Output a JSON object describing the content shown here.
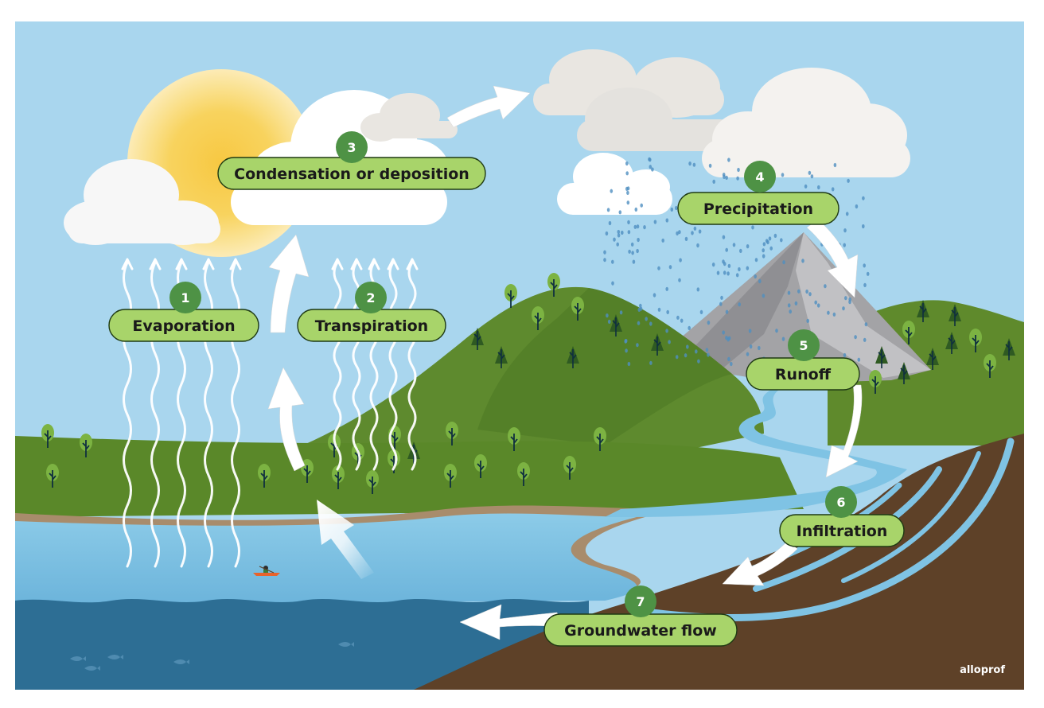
{
  "diagram": {
    "steps": [
      {
        "number": "1",
        "label": "Evaporation"
      },
      {
        "number": "2",
        "label": "Transpiration"
      },
      {
        "number": "3",
        "label": "Condensation or deposition"
      },
      {
        "number": "4",
        "label": "Precipitation"
      },
      {
        "number": "5",
        "label": "Runoff"
      },
      {
        "number": "6",
        "label": "Infiltration"
      },
      {
        "number": "7",
        "label": "Groundwater flow"
      }
    ],
    "brand": "alloprof",
    "colors": {
      "sky": "#a9d6ee",
      "lake": "#7fc3e4",
      "deep_water": "#2d6e94",
      "hill": "#5e8a2e",
      "soil": "#5e4128",
      "label_fill": "#a8d46a",
      "badge": "#4e9245"
    }
  }
}
